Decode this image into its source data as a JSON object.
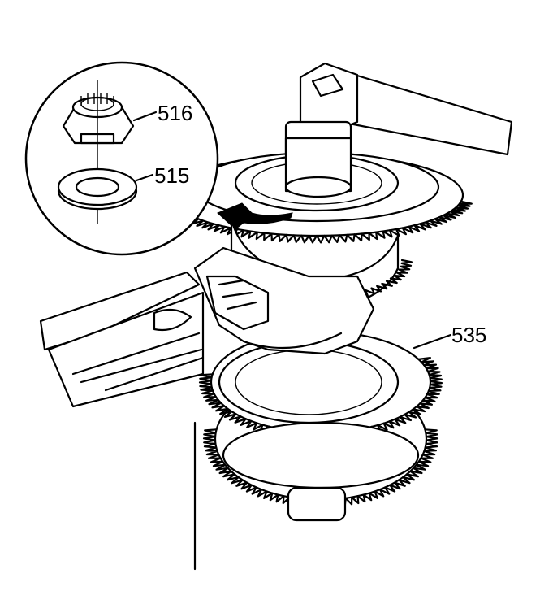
{
  "callouts": {
    "nut": "516",
    "washer": "515",
    "gear_cluster": "535"
  }
}
